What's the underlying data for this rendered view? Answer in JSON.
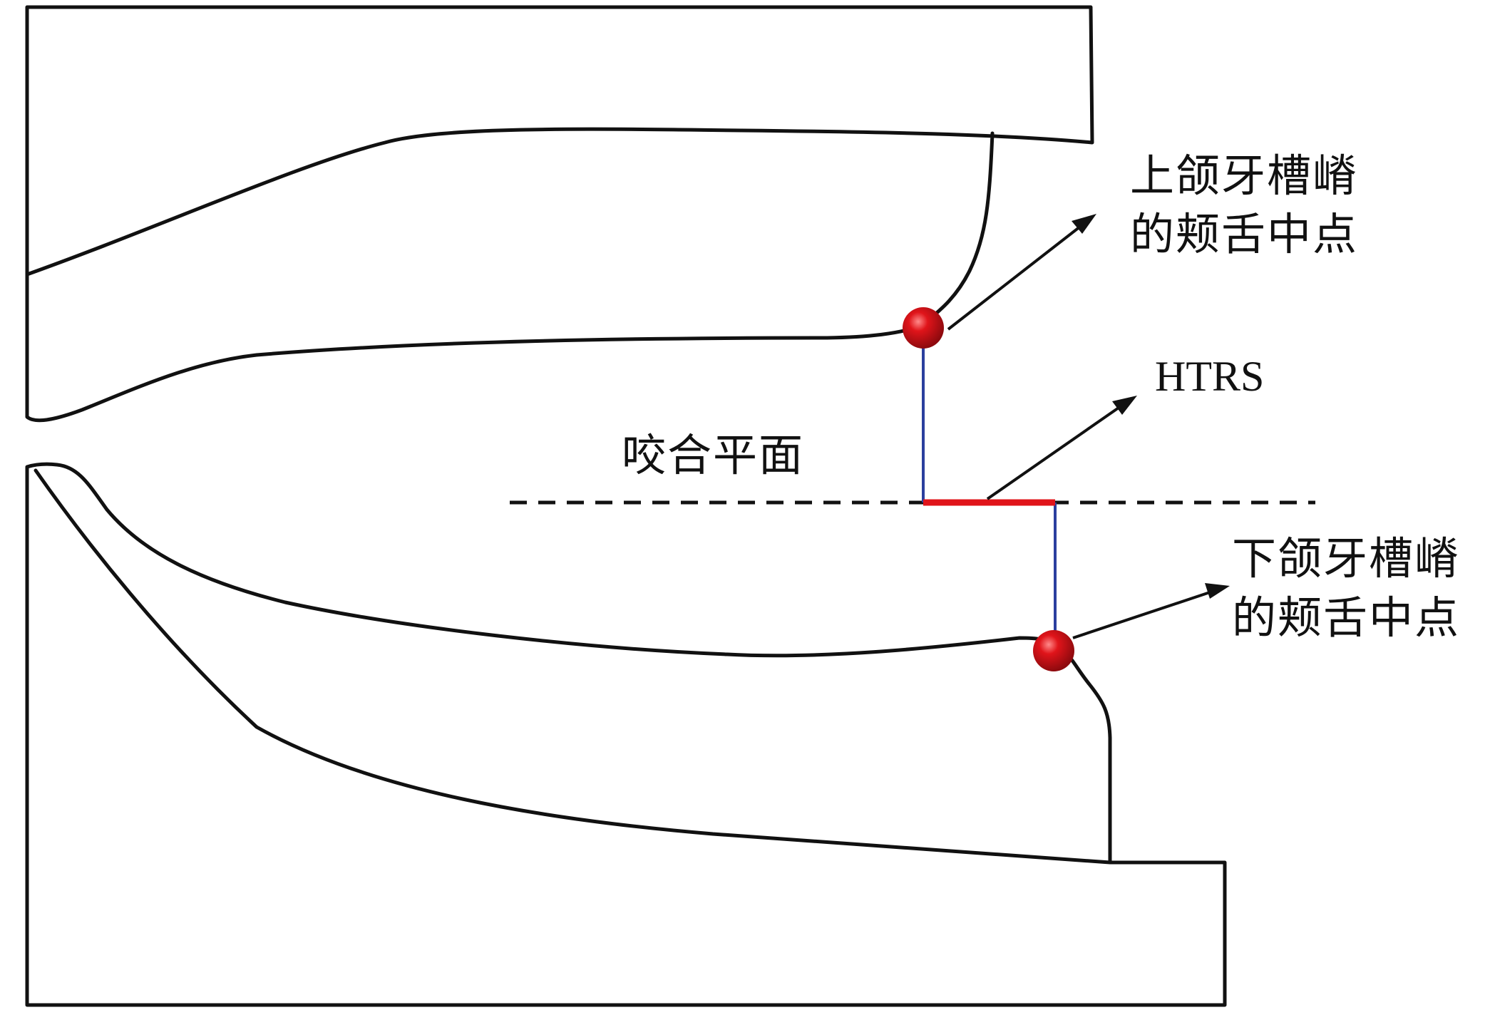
{
  "labels": {
    "upper_point_line1": "上颌牙槽嵴",
    "upper_point_line2": "的颊舌中点",
    "htrs": "HTRS",
    "occlusal_plane": "咬合平面",
    "lower_point_line1": "下颌牙槽嵴",
    "lower_point_line2": "的颊舌中点"
  },
  "colors": {
    "outline": "#111111",
    "point_fill": "#e0141a",
    "vertical_line": "#2b3f9e",
    "htrs_segment": "#e0141a",
    "plane_dash": "#111111"
  }
}
